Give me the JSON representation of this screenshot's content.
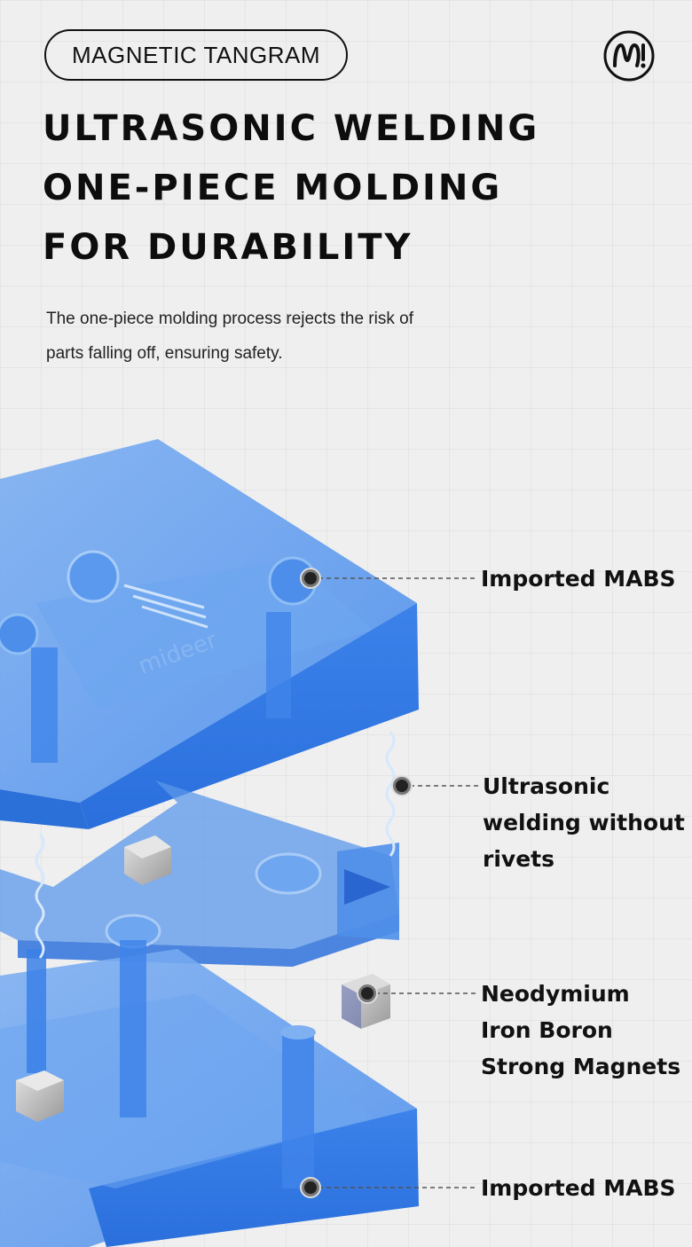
{
  "header": {
    "badge_label": "MAGNETIC TANGRAM",
    "logo_icon": "brand-m-logo-icon"
  },
  "headline": {
    "lines": [
      "ULTRASONIC WELDING",
      "ONE-PIECE MOLDING",
      "FOR DURABILITY"
    ]
  },
  "description": {
    "lines": [
      "The one-piece molding process rejects the risk of",
      "parts falling off, ensuring safety."
    ]
  },
  "product_engraving": "mideer",
  "callouts": [
    {
      "id": "top-shell",
      "lines": [
        "Imported MABS"
      ]
    },
    {
      "id": "welding",
      "lines": [
        "Ultrasonic",
        "welding without",
        "rivets"
      ]
    },
    {
      "id": "magnets",
      "lines": [
        "Neodymium",
        "Iron Boron",
        "Strong Magnets"
      ]
    },
    {
      "id": "bottom-shell",
      "lines": [
        "Imported MABS"
      ]
    }
  ],
  "colors": {
    "background": "#efefef",
    "text": "#111111",
    "plastic_blue": "#3f86ea",
    "plastic_blue_dark": "#1f5fc9",
    "magnet_grey": "#b9b9b9",
    "leader_line": "#555555"
  }
}
